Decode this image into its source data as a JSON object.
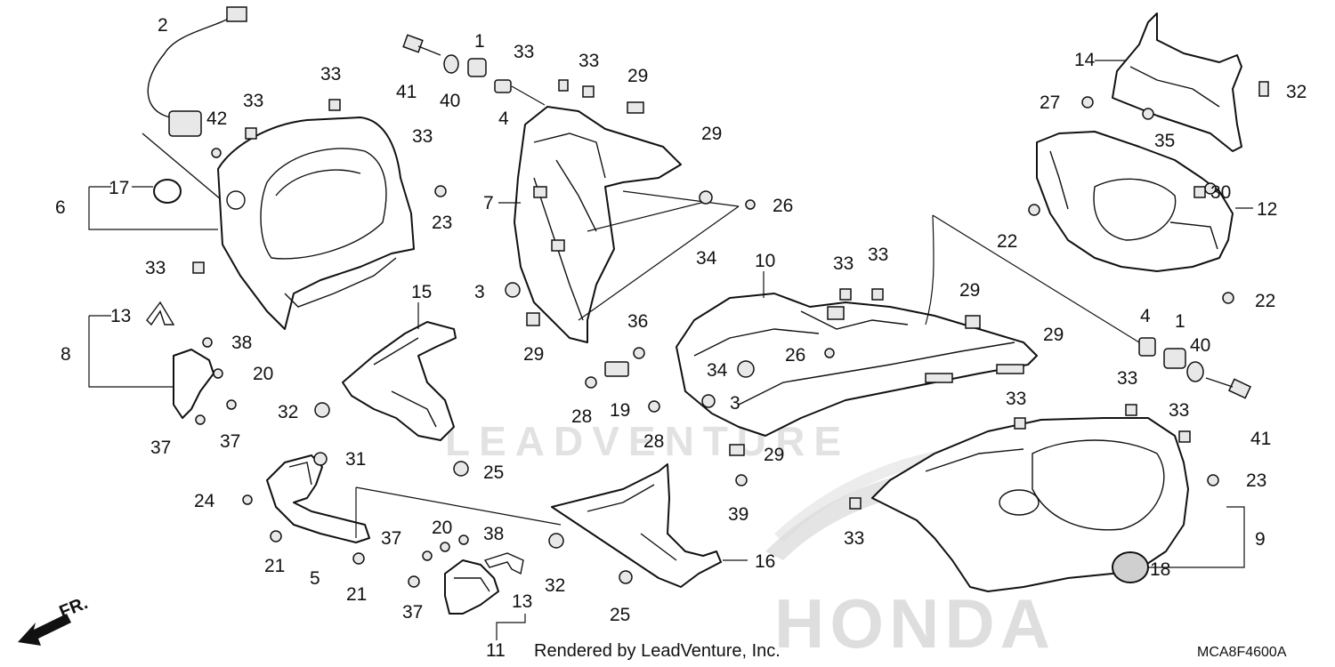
{
  "diagram": {
    "footer_text": "Rendered by LeadVenture, Inc.",
    "diagram_code": "MCA8F4600A",
    "front_label": "FR.",
    "watermark_text": "LEADVENTURE",
    "brand_watermark": "HONDA",
    "callouts": [
      "1",
      "2",
      "3",
      "4",
      "5",
      "6",
      "7",
      "8",
      "9",
      "10",
      "11",
      "12",
      "13",
      "14",
      "15",
      "16",
      "17",
      "18",
      "19",
      "20",
      "21",
      "22",
      "23",
      "24",
      "25",
      "26",
      "27",
      "28",
      "29",
      "30",
      "31",
      "32",
      "33",
      "34",
      "35",
      "36",
      "37",
      "38",
      "39",
      "40",
      "41",
      "42"
    ]
  }
}
